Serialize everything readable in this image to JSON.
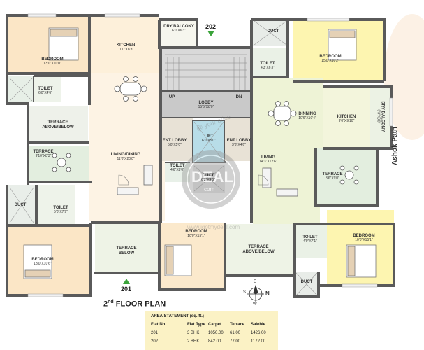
{
  "plan_title": {
    "prefix": "2",
    "suffix": "nd",
    "text": "FLOOR PLAN"
  },
  "street_label": "Ashok Path",
  "flat_numbers": {
    "top": "202",
    "bottom": "201"
  },
  "compass": {
    "n": "N",
    "s": "S",
    "e": "E",
    "w": "W"
  },
  "watermark": {
    "brand": "DEAL",
    "domain": "com",
    "url": "www.igotmydeal.com",
    "tag": "@ your price"
  },
  "rooms": {
    "bedroom_nw": {
      "name": "BEDROOM",
      "dim": "13'0\"X10'0\""
    },
    "kitchen_w": {
      "name": "KITCHEN",
      "dim": "11'0\"X8'3\""
    },
    "dry_balcony_n": {
      "name": "DRY BALCONY",
      "dim": "6'0\"X6'3\""
    },
    "toilet_w": {
      "name": "TOILET",
      "dim": "6'0\"X4'6\""
    },
    "terrace_above_below_w": {
      "name": "TERRACE ABOVE/BELOW",
      "dim": ""
    },
    "terrace_w": {
      "name": "TERRACE",
      "dim": "9'10\"X8'3\""
    },
    "living_dining_w": {
      "name": "LIVING/DINING",
      "dim": "11'0\"X20'0\""
    },
    "lobby": {
      "name": "LOBBY",
      "dim": "15'6\"X8'0\""
    },
    "up": {
      "name": "UP"
    },
    "dn": {
      "name": "DN"
    },
    "ent_lobby_w": {
      "name": "ENT LOBBY",
      "dim": "5'0\"X5'0\""
    },
    "lift": {
      "name": "LIFT",
      "dim": "6'0\"X5'0\""
    },
    "toilet_c": {
      "name": "TOILET",
      "dim": "4'6\"X8'0\""
    },
    "duct_c": {
      "name": "DUCT",
      "dim": "6'2\"X4'0\""
    },
    "ent_lobby_e": {
      "name": "ENT LOBBY",
      "dim": "3'3\"X4'6\""
    },
    "living_e": {
      "name": "LIVING",
      "dim": "14'3\"X12'6\""
    },
    "duct_ne": {
      "name": "DUCT"
    },
    "toilet_ne": {
      "name": "TOILET",
      "dim": "4'3\"X6'3\""
    },
    "bedroom_ne": {
      "name": "BEDROOM",
      "dim": "15'0\"X10'2\""
    },
    "dining_e": {
      "name": "DINNING",
      "dim": "10'6\"X10'4\""
    },
    "kitchen_e": {
      "name": "KITCHEN",
      "dim": "9'0\"X9'10\""
    },
    "dry_balcony_e": {
      "name": "DRY BALCONY",
      "dim": "6'3\"X3'0\""
    },
    "terrace_e": {
      "name": "TERRACE",
      "dim": "8'6\"X9'0\""
    },
    "duct_sw": {
      "name": "DUCT"
    },
    "toilet_sw": {
      "name": "TOILET",
      "dim": "5'0\"X7'9\""
    },
    "bedroom_sw": {
      "name": "BEDROOM",
      "dim": "13'0\"X10'6\""
    },
    "terrace_below_s": {
      "name": "TERRACE BELOW",
      "dim": ""
    },
    "bedroom_s": {
      "name": "BEDROOM",
      "dim": "10'0\"X15'1\""
    },
    "terrace_above_below_s": {
      "name": "TERRACE ABOVE/BELOW",
      "dim": ""
    },
    "toilet_se": {
      "name": "TOILET",
      "dim": "4'9\"X7'1\""
    },
    "bedroom_se": {
      "name": "BEDROOM",
      "dim": "10'0\"X15'1\""
    },
    "duct_se": {
      "name": "DUCT"
    }
  },
  "area_statement": {
    "heading": "AREA STATEMENT (sq. ft.)",
    "columns": [
      "Flat No.",
      "Flat Type",
      "Carpet",
      "Terrace",
      "Saleble"
    ],
    "rows": [
      [
        "201",
        "3 BHK",
        "1050.00",
        "61.00",
        "1426.00"
      ],
      [
        "202",
        "2 BHK",
        "842.00",
        "77.00",
        "1172.00"
      ]
    ]
  },
  "colors": {
    "wall": "#5a5a5a",
    "beige_room": "#fbe9c9",
    "green_room": "#eef3d6",
    "yellow_room": "#fdf7c3",
    "terrace": "#e6f0e6",
    "lobby": "#cfcfcf",
    "lift": "#b9dfe8",
    "flat_marker": "#3aa33a",
    "area_panel": "#fbf2c5"
  }
}
